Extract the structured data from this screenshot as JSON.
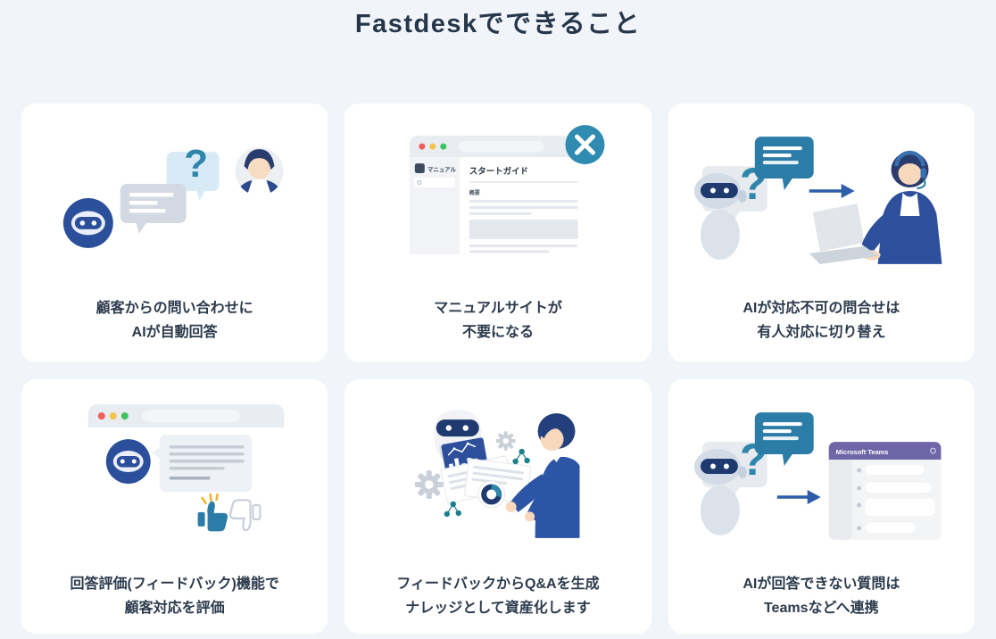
{
  "page": {
    "title": "Fastdeskでできること",
    "colors": {
      "background": "#f1f5f9",
      "card": "#ffffff",
      "heading_text": "#27374b",
      "accent_blue": "#2c4f9c",
      "teal_bubble": "#2b7ca6",
      "close_badge": "#2f8bb0",
      "question_mark": "#2e86ab",
      "teams_purple": "#6f66a8",
      "thumb_up": "#2b7ca6",
      "spark_yellow": "#f0b429"
    }
  },
  "icons": {
    "question_mark": "?",
    "close": "✕"
  },
  "cards": [
    {
      "id": "ai-auto-reply",
      "caption_line1": "顧客からの問い合わせに",
      "caption_line2": "AIが自動回答"
    },
    {
      "id": "manual-site-unneeded",
      "caption_line1": "マニュアルサイトが",
      "caption_line2": "不要になる",
      "browser": {
        "sidebar_label": "マニュアル",
        "page_title": "スタートガイド",
        "section_label": "概要"
      }
    },
    {
      "id": "human-handoff",
      "caption_line1": "AIが対応不可の問合せは",
      "caption_line2": "有人対応に切り替え"
    },
    {
      "id": "feedback-rating",
      "caption_line1": "回答評価(フィードバック)機能で",
      "caption_line2": "顧客対応を評価"
    },
    {
      "id": "knowledge-generation",
      "caption_line1": "フィードバックからQ&Aを生成",
      "caption_line2": "ナレッジとして資産化します"
    },
    {
      "id": "teams-escalation",
      "caption_line1": "AIが回答できない質問は",
      "caption_line2": "Teamsなどへ連携",
      "teams": {
        "window_title": "Microsoft Teams"
      }
    }
  ]
}
